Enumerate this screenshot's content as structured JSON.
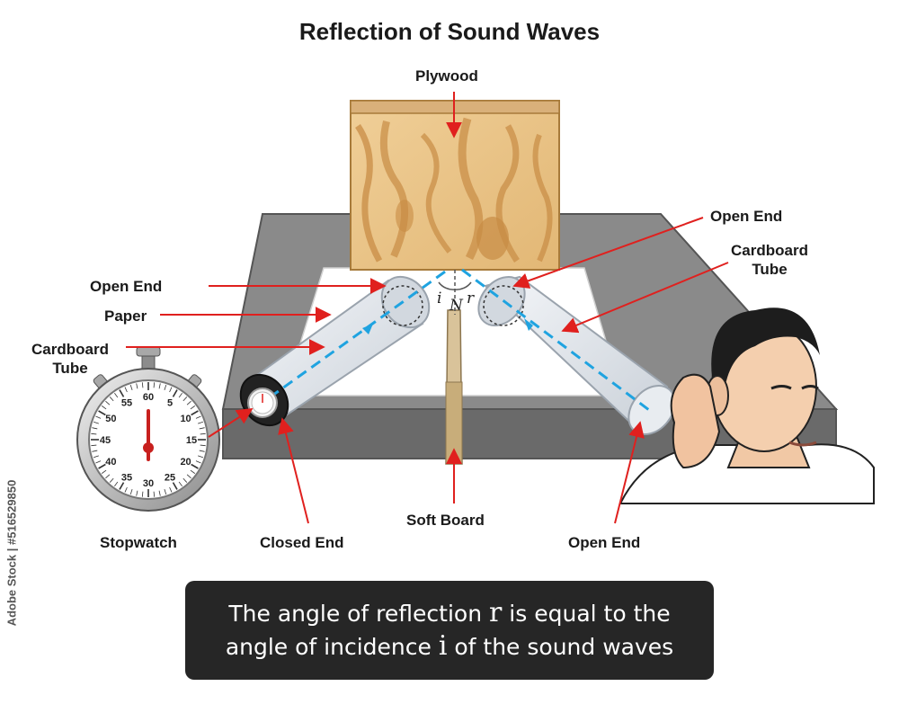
{
  "title": "Reflection of Sound Waves",
  "labels": {
    "plywood": "Plywood",
    "open_end_left": "Open End",
    "paper": "Paper",
    "cardboard_tube_left_1": "Cardboard",
    "cardboard_tube_left_2": "Tube",
    "open_end_top_right": "Open End",
    "cardboard_tube_right_1": "Cardboard",
    "cardboard_tube_right_2": "Tube",
    "stopwatch": "Stopwatch",
    "closed_end": "Closed End",
    "soft_board": "Soft Board",
    "open_end_bottom": "Open End"
  },
  "angle_marks": {
    "incidence": "i",
    "normal": "N",
    "reflection": "r"
  },
  "stopwatch_dial": [
    "60",
    "5",
    "10",
    "15",
    "20",
    "25",
    "30",
    "35",
    "40",
    "45",
    "50",
    "55"
  ],
  "caption": {
    "line1_before": "The angle of reflection ",
    "line1_symbol": "r",
    "line1_after": " is equal to the",
    "line2_before": "angle of incidence ",
    "line2_symbol": "i",
    "line2_after": " of the sound waves"
  },
  "side_id": "Adobe Stock | #516529850",
  "colors": {
    "arrow": "#e0201e",
    "wave": "#1fa3e0",
    "table": "#7a7a7a",
    "tube": "#dde3ea",
    "wood": "#e8c48a",
    "caption_bg": "#262626"
  }
}
